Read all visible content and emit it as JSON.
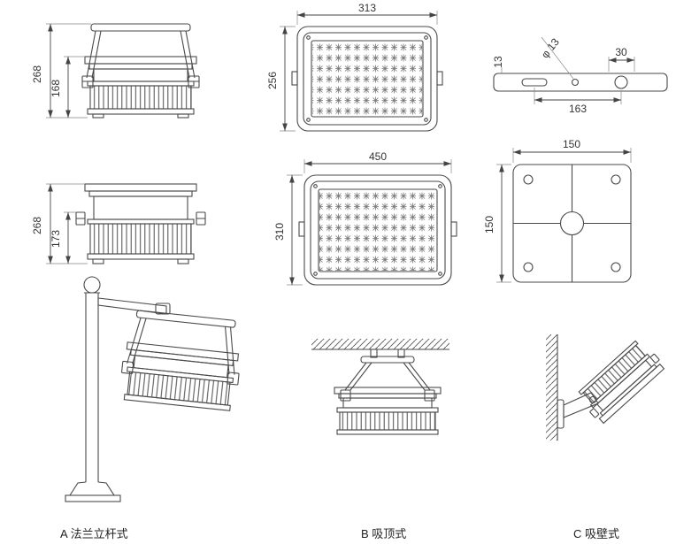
{
  "sheet": {
    "captions": {
      "a": "A 法兰立杆式",
      "b": "B 吸顶式",
      "c": "C 吸壁式"
    },
    "side_view_1": {
      "outer_height": "268",
      "body_height": "168"
    },
    "side_view_2": {
      "outer_height": "268",
      "body_height": "173"
    },
    "front_view_1": {
      "width": "313",
      "height": "256"
    },
    "front_view_2": {
      "width": "450",
      "height": "310"
    },
    "bracket_view": {
      "end_width": "13",
      "hole_dia": "φ 13",
      "hole_offset": "30",
      "length": "163"
    },
    "plate_view": {
      "width": "150",
      "height": "150"
    },
    "colors": {
      "line": "#4a4a4a",
      "dim": "#444444"
    }
  }
}
